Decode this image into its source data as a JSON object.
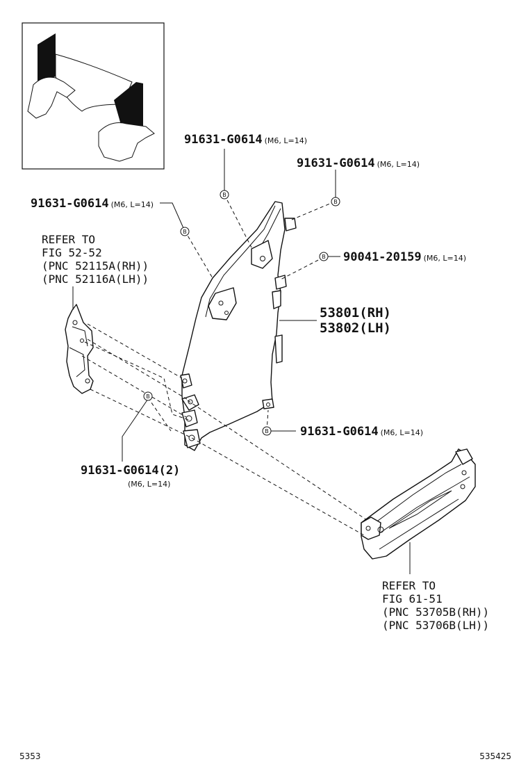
{
  "callouts": {
    "c1": {
      "part": "91631-G0614",
      "spec": "(M6, L=14)"
    },
    "c2": {
      "part": "91631-G0614",
      "spec": "(M6, L=14)"
    },
    "c3": {
      "part": "91631-G0614",
      "spec": "(M6, L=14)"
    },
    "c4": {
      "part": "90041-20159",
      "spec": "(M6, L=14)"
    },
    "c5": {
      "part": "91631-G0614",
      "spec": "(M6, L=14)"
    },
    "c6": {
      "part": "91631-G0614(2)",
      "spec": "(M6, L=14)"
    }
  },
  "main_part": {
    "rh": "53801(RH)",
    "lh": "53802(LH)"
  },
  "bolt_mark": "B",
  "ref_upper": [
    "REFER TO",
    "FIG 52-52",
    "(PNC 52115A(RH))",
    "(PNC 52116A(LH))"
  ],
  "ref_lower": [
    "REFER TO",
    "FIG 61-51",
    "(PNC 53705B(RH))",
    "(PNC 53706B(LH))"
  ],
  "footer": {
    "left": "5353",
    "right": "535425"
  }
}
